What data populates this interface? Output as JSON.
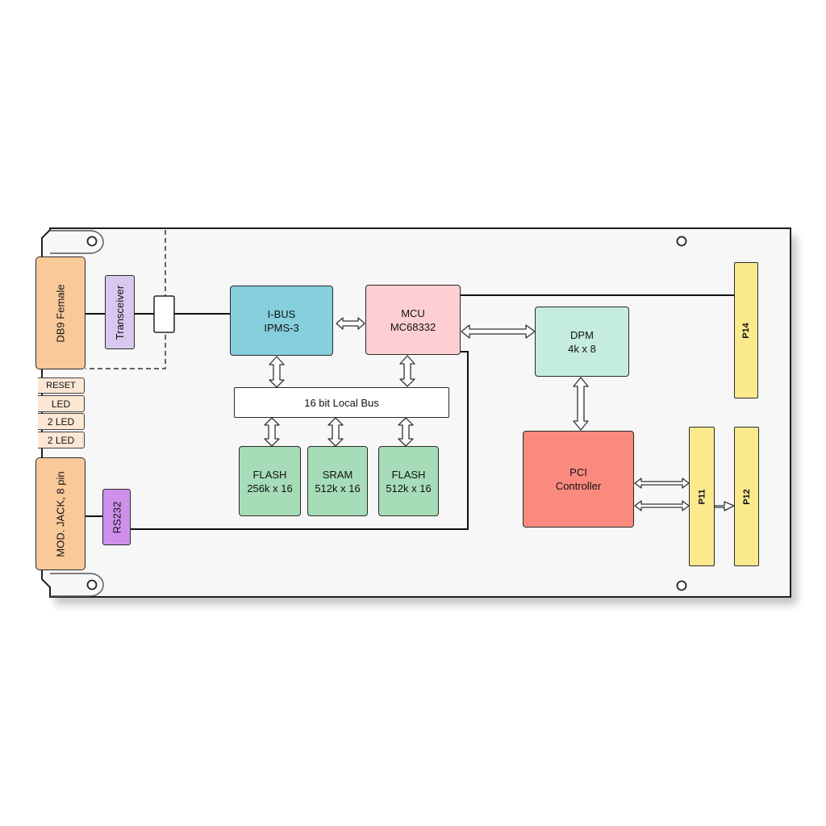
{
  "colors": {
    "board": "#f7f7f7",
    "connector": "#fac99a",
    "transceiver": "#d9c8ee",
    "rs232": "#cf90ec",
    "ibus": "#86cfdc",
    "mcu": "#fdcfd3",
    "local_bus": "#ffffff",
    "memory": "#a6dcb8",
    "dpm": "#c4ecdf",
    "pci": "#fa8a7e",
    "pci_slot": "#fbe98d"
  },
  "connectors": {
    "db9": "DB9 Female",
    "modjack": "MOD. JACK, 8 pin"
  },
  "leds": [
    "RESET",
    "LED",
    "2 LED",
    "2 LED"
  ],
  "blocks": {
    "transceiver": "Transceiver",
    "rs232": "RS232",
    "ibus": {
      "line1": "I-BUS",
      "line2": "IPMS-3"
    },
    "mcu": {
      "line1": "MCU",
      "line2": "MC68332"
    },
    "local_bus": "16 bit Local Bus",
    "flash1": {
      "line1": "FLASH",
      "line2": "256k x 16"
    },
    "sram": {
      "line1": "SRAM",
      "line2": "512k x 16"
    },
    "flash2": {
      "line1": "FLASH",
      "line2": "512k x 16"
    },
    "dpm": {
      "line1": "DPM",
      "line2": "4k x 8"
    },
    "pci": {
      "line1": "PCI",
      "line2": "Controller"
    }
  },
  "slots": {
    "p14": "P14",
    "p11": "P11",
    "p12": "P12"
  }
}
